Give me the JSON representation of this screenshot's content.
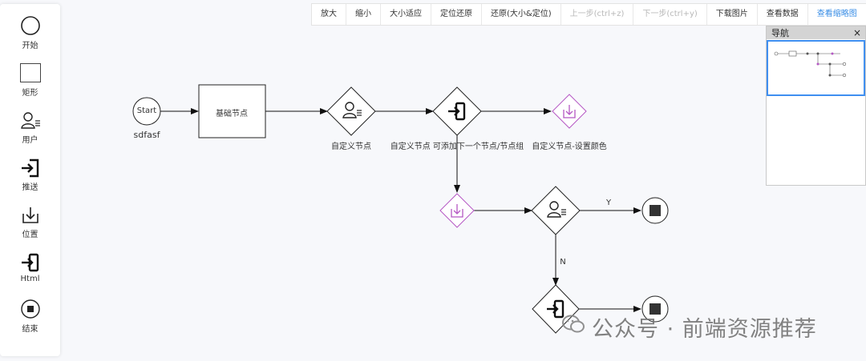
{
  "palette": {
    "items": [
      {
        "label": "开始",
        "icon": "circle-icon"
      },
      {
        "label": "矩形",
        "icon": "rectangle-icon"
      },
      {
        "label": "用户",
        "icon": "user-icon"
      },
      {
        "label": "推送",
        "icon": "push-icon"
      },
      {
        "label": "位置",
        "icon": "download-icon"
      },
      {
        "label": "Html",
        "icon": "mobile-push-icon"
      },
      {
        "label": "结束",
        "icon": "stop-icon"
      }
    ]
  },
  "toolbar": {
    "buttons": [
      {
        "label": "放大",
        "state": "normal"
      },
      {
        "label": "缩小",
        "state": "normal"
      },
      {
        "label": "大小适应",
        "state": "normal"
      },
      {
        "label": "定位还原",
        "state": "normal"
      },
      {
        "label": "还原(大小&定位)",
        "state": "normal"
      },
      {
        "label": "上一步(ctrl+z)",
        "state": "disabled"
      },
      {
        "label": "下一步(ctrl+y)",
        "state": "disabled"
      },
      {
        "label": "下载图片",
        "state": "normal"
      },
      {
        "label": "查看数据",
        "state": "normal"
      },
      {
        "label": "查看缩略图",
        "state": "active"
      }
    ]
  },
  "minimap": {
    "title": "导航",
    "close": "×"
  },
  "flow": {
    "start": {
      "text": "Start",
      "label": "sdfasf"
    },
    "rect": {
      "text": "基础节点"
    },
    "user_node_1": {
      "label": "自定义节点"
    },
    "push_node": {
      "label": "自定义节点 可添加下一个节点/节点组"
    },
    "download_node": {
      "label": "自定义节点-设置颜色"
    },
    "edge_y": "Y",
    "edge_n": "N"
  },
  "colors": {
    "accent": "#3a8ee6",
    "purple": "#b557c4",
    "stroke": "#222222"
  },
  "watermark": {
    "text": "公众号 · 前端资源推荐"
  }
}
